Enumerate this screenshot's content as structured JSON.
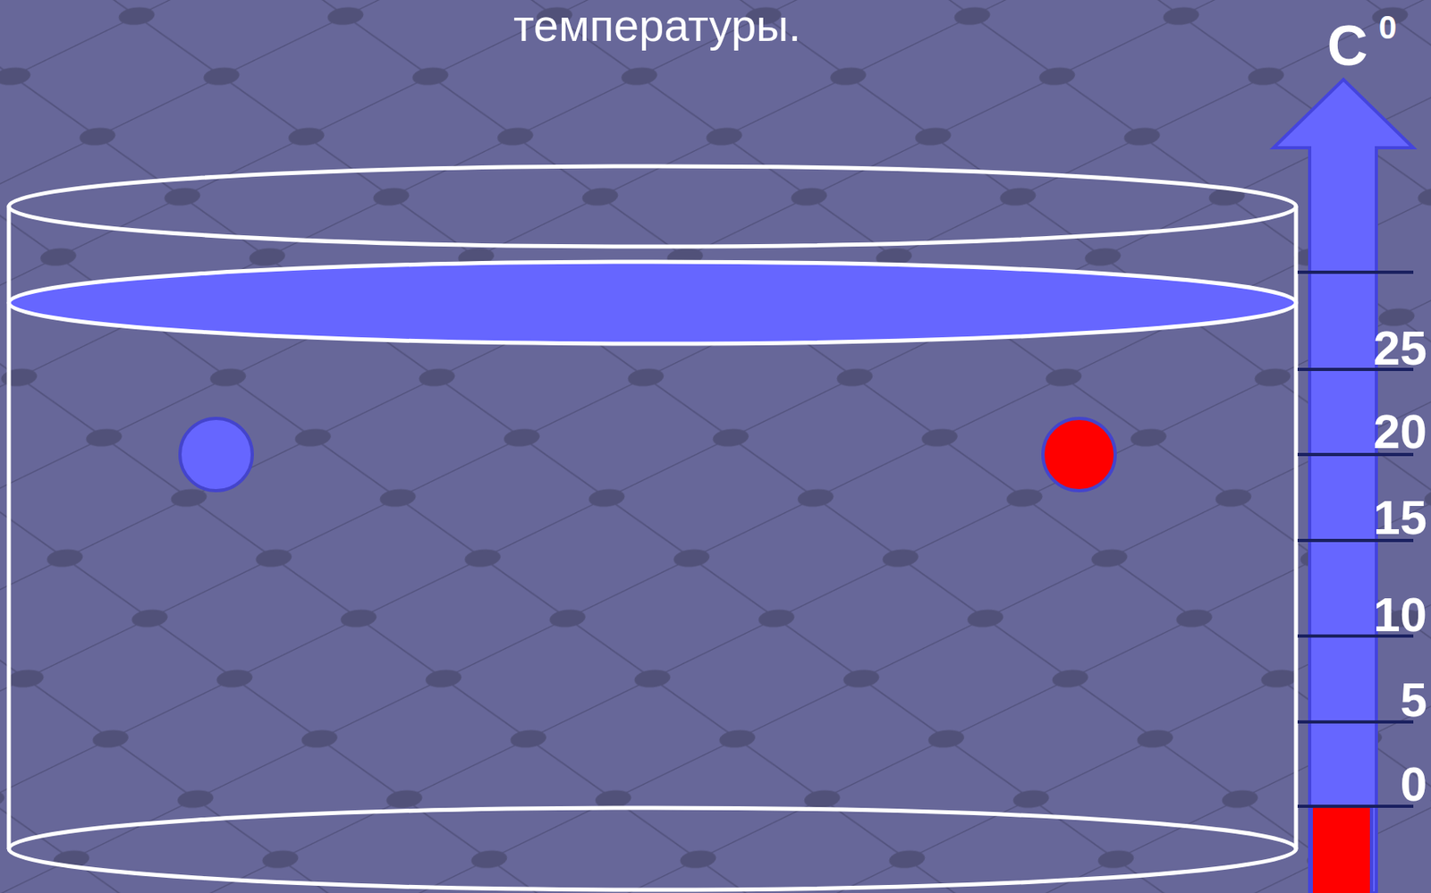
{
  "diagram": {
    "title": "температуры.",
    "labels": [
      "C",
      "0",
      "25",
      "20",
      "15",
      "10",
      "5",
      "0"
    ]
  }
}
